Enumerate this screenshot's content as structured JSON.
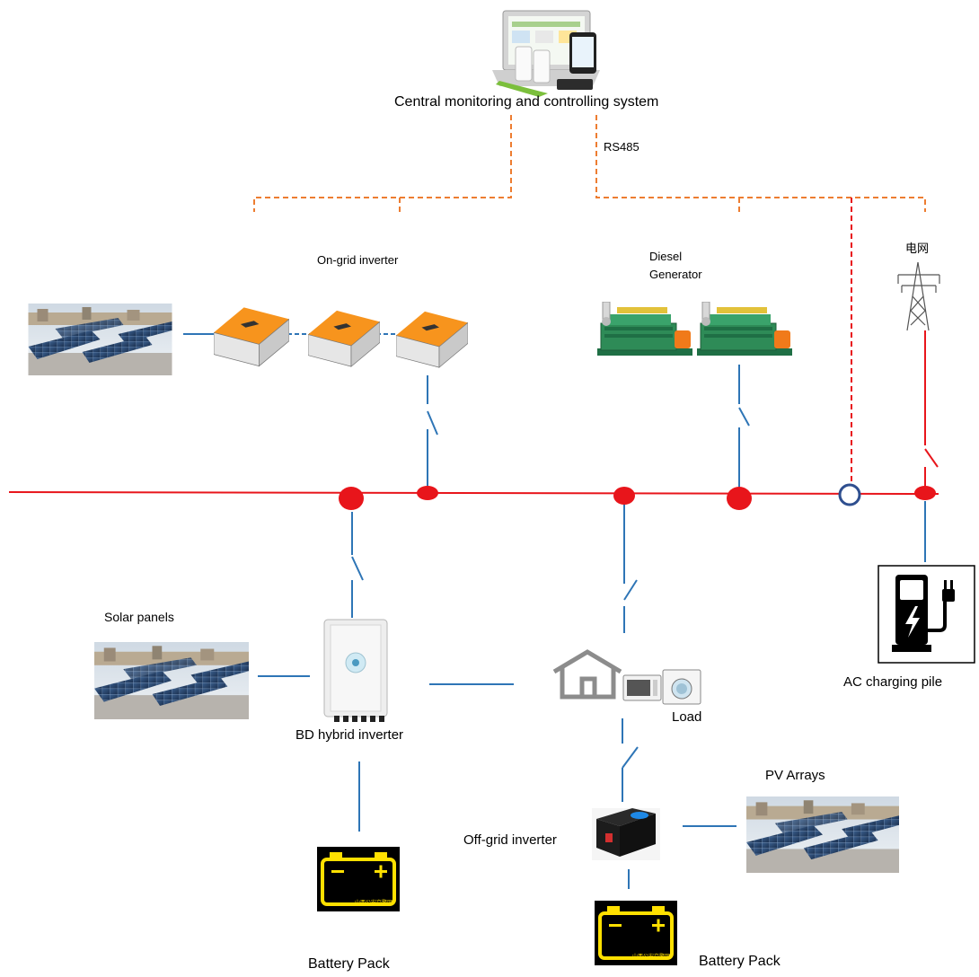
{
  "labels": {
    "central_system": "Central monitoring and controlling system",
    "rs485": "RS485",
    "on_grid_inverter": "On-grid inverter",
    "diesel_generator_line1": "Diesel",
    "diesel_generator_line2": "Generator",
    "grid": "电网",
    "solar_panels": "Solar panels",
    "bd_hybrid_inverter": "BD hybrid inverter",
    "load": "Load",
    "ac_charging_pile": "AC charging pile",
    "pv_arrays": "PV Arrays",
    "off_grid_inverter": "Off-grid inverter",
    "battery_pack_left": "Battery Pack",
    "battery_pack_right": "Battery Pack"
  },
  "battery_caption": "山西公安交警网",
  "colors": {
    "ac_bus": "#e8151b",
    "signal_line": "#2e75b6",
    "rs485_line": "#ed7d31",
    "inverter_orange": "#f7941d",
    "generator_green": "#2e8b57",
    "battery_yellow": "#ffe000"
  },
  "icons": [
    "monitoring-computer-icon",
    "solar-panel-icon",
    "on-grid-inverter-icon",
    "diesel-generator-icon",
    "power-tower-icon",
    "hybrid-inverter-icon",
    "house-icon",
    "microwave-icon",
    "washing-machine-icon",
    "ev-charger-icon",
    "off-grid-inverter-icon",
    "battery-icon"
  ]
}
